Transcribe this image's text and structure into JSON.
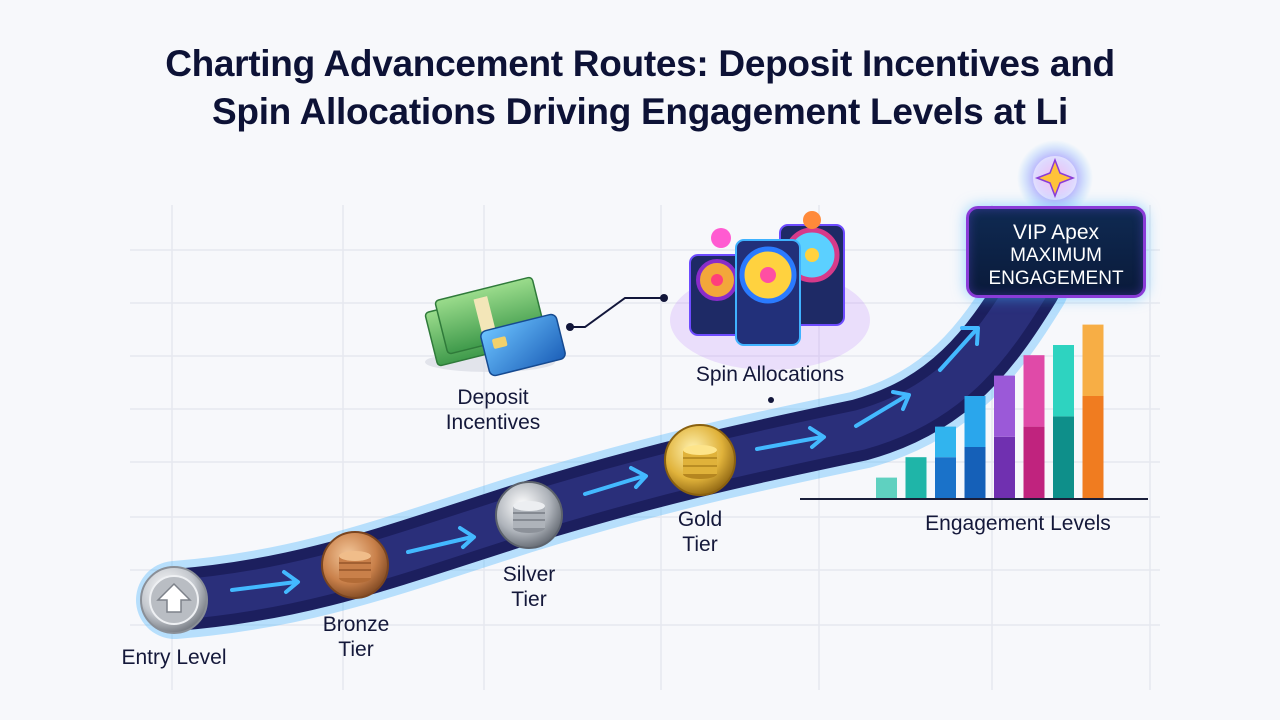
{
  "title": {
    "line1": "Charting Advancement Routes: Deposit Incentives and",
    "line2": "Spin Allocations Driving Engagement Levels at Li"
  },
  "stages": {
    "entry": "Entry Level",
    "bronze": [
      "Bronze",
      "Tier"
    ],
    "silver": [
      "Silver",
      "Tier"
    ],
    "gold": [
      "Gold",
      "Tier"
    ]
  },
  "vip": {
    "line1": "VIP Apex",
    "line2": "MAXIMUM",
    "line3": "ENGAGEMENT"
  },
  "deposit": [
    "Deposit",
    "Incentives"
  ],
  "spin": "Spin Allocations",
  "engagement": {
    "label": "Engagement Levels",
    "bars": [
      {
        "low": 1,
        "high": 0,
        "color_low": "#5fd1c0",
        "color_high": "#5fd1c0"
      },
      {
        "low": 2,
        "high": 0,
        "color_low": "#1fb5a8",
        "color_high": "#1fb5a8"
      },
      {
        "low": 2,
        "high": 1.5,
        "color_low": "#1a72c9",
        "color_high": "#31b4ee"
      },
      {
        "low": 2.5,
        "high": 2.5,
        "color_low": "#1560b8",
        "color_high": "#2aa6ec"
      },
      {
        "low": 3,
        "high": 3,
        "color_low": "#7030b0",
        "color_high": "#9b59d8"
      },
      {
        "low": 3.5,
        "high": 3.5,
        "color_low": "#c0237e",
        "color_high": "#e04aa8"
      },
      {
        "low": 4,
        "high": 3.5,
        "color_low": "#0e8f8a",
        "color_high": "#2ed3c0"
      },
      {
        "low": 5,
        "high": 3.5,
        "color_low": "#f07c20",
        "color_high": "#f7ae45"
      }
    ]
  },
  "colors": {
    "path": "#1c1f5e",
    "path_glow": "#3fb2ff",
    "arrow": "#43b9ff",
    "bronze": "#c9804a",
    "silver": "#9aa0a8",
    "gold": "#e0b23a",
    "vip_border": "#8a3cd8"
  },
  "icons": {
    "entry": "up-arrow-badge-icon",
    "bronze": "bronze-coin-stack-icon",
    "silver": "silver-coin-stack-icon",
    "gold": "gold-coin-stack-icon",
    "vip": "sparkle-star-icon",
    "deposit": "money-card-icon",
    "spin": "slot-machine-icon"
  }
}
